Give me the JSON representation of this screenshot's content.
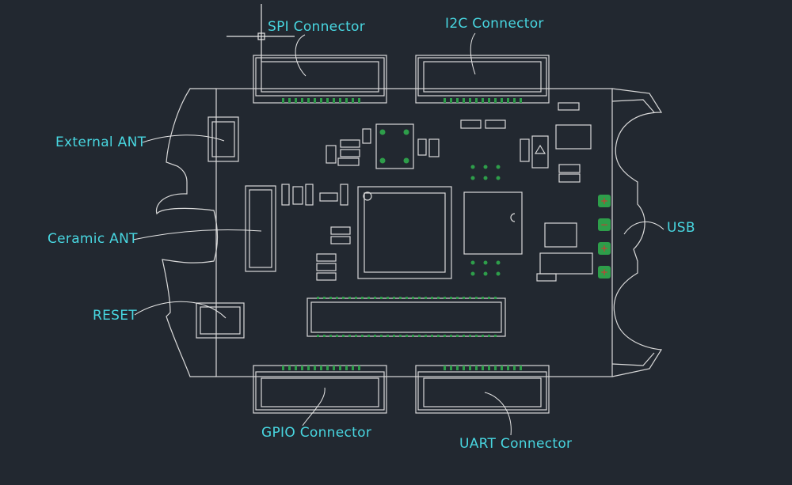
{
  "colors": {
    "background": "#222830",
    "outline": "#d9d9d9",
    "label": "#48d6e0",
    "pad_green": "#2e9e4a",
    "marker_red": "#e03030"
  },
  "labels": {
    "spi": "SPI Connector",
    "i2c": "I2C Connector",
    "external_ant": "External ANT",
    "ceramic_ant": "Ceramic ANT",
    "reset": "RESET",
    "usb": "USB",
    "gpio": "GPIO Connector",
    "uart": "UART Connector"
  },
  "usb_pin_marks": [
    "+",
    "−",
    "+",
    "+"
  ]
}
